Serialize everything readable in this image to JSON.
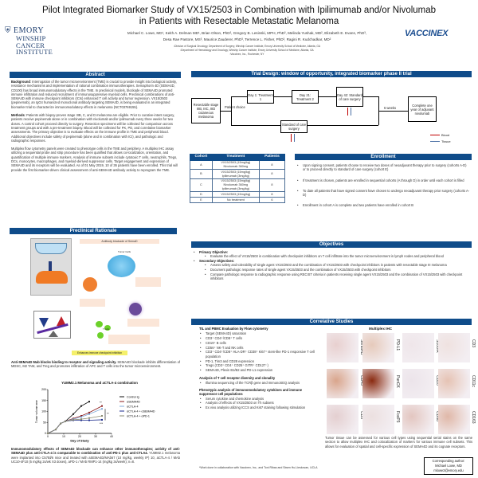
{
  "header": {
    "title_line1": "Pilot Integrated Biomarker Study of VX15/2503 in Combination with Ipilimumab and/or Nivolumab",
    "title_line2": "in Patients with Resectable Metastatic Melanoma",
    "authors_line1": "Michael C. Lowe, MD¹, Keith A. Delman MD¹, Brian Olson, PhD², Gregory B. Lesinski, MPH, PhD², Melinda Yushak, MD², Elizabeth E. Evans, PhD³,",
    "authors_line2": "Desa Rae Pastore, MS³, Maurice Zauderer, PhD³, Terrence L. Fisher, PhD³, Ragini R. Kudchadkar, MD²",
    "affiliations": [
      "¹Division of Surgical Oncology, Department of Surgery, Winship Cancer Institute, Emory University School of Medicine, Atlanta, GA",
      "²Department of Hematology and Oncology, Winship Cancer Institute, Emory University School of Medicine, Atlanta, GA",
      "³Vaccinex, Inc., Rochester, NY"
    ],
    "logo_left": [
      "EMORY",
      "WINSHIP",
      "CANCER",
      "INSTITUTE"
    ],
    "logo_right": "VACCINEX"
  },
  "abstract": {
    "heading": "Abstract",
    "background_label": "Background",
    "background": ": Interrogation of the tumor microenvironment (TME) is crucial to provide insight into biological activity, resistance mechanisms and implementation of rational combination immunotherapies. Semaphorin 4D (SEMA4D, CD100) has broad immunomodulatory effects in the TME. In preclinical models, blockade of SEMA4D promoted immune infiltration and reduced recruitment of immunosuppressive myeloid cells. Preclinical combinations of anti-SEMA4D with immune checkpoint inhibitors (ICIs) enhanced T cell activity and tumor regression. VX15/2503 (pepinemab), an IgG4 humanized monoclonal antibody targeting SEMA4D, is being evaluated in an integrated biomarker trial to characterize immunomodulatory effects in melanoma (NCT03769155).",
    "methods_label": "Methods",
    "methods": ": Patients with biopsy-proven stage IIIB, C, and D melanoma are eligible. Prior to curative-intent surgery, patients receive pepinemab alone or in combination with nivolumab and/or ipilimumab every three weeks for two doses. A control cohort proceed directly to surgery. Resection specimens will be collected for comparison across treatment groups and with a pre-treatment biopsy. Blood will be collected for PK, PD, and correlative biomarker assessments. The primary objective is to evaluate effects on the immune profile in TME and peripheral blood. Additional objectives include safety of pepinemab (alone and in combination with ICI), and pathologic and radiographic responses.",
    "para3": "Multiplex flow cytometry panels were created to phenotype cells in the TME and periphery. A multiplex IHC assay utilizing a sequential probe and strip procedure has been qualified that allows co-localization, orientation, and quantification of multiple immune markers. Analysis of immune subsets include cytotoxic T cells, neutrophils, Tregs, DCs, monocytes, macrophages, and myeloid-derived suppressor cells. Target engagement and expression of SEMA4D and its receptors will be evaluated. As of 01 May 2019, 10 of 36 patients have been enrolled. This trial will provide the first biomarker-driven clinical assessment of anti-SEMA4D antibody activity to reprogram the TME."
  },
  "preclinical": {
    "heading": "Preclinical Rationale",
    "figure_title": "Antibody blockade of SemaD",
    "tumor_cells": "Tumor Cells",
    "t_cells": "T Cells",
    "enhances": "Enhances immune checkpoint inhibition",
    "caption1_bold": "Anti-SEMA4D Mab blocks binding to receptor and signaling activity.",
    "caption1": " SEMA4D blockade inhibits differentiation of MDSC, M2 TAM, and Treg and promotes infiltration of APC and T cells into the tumor microenvironment.",
    "caption2_bold": "Immunomodulatory effects of SEMA4D blockade can enhance other immunotherapies; activity of anti-SEMA4D plus anti-CTLA-4 is comparable to combination of anti-PD-1 plus anti-CTLA4.",
    "caption2": " YUMM2.1 melanoma were implanted into C57Bl/6 mice and treated with aSEMA4D/MAb67 (10 mg/kg, weekly IP) 10, aCTLA-4 / MAb UC10-4F10 (5 mg/kg 2x/wk X3 doses), aPD-1 / MAb RMP1-14 (mg/kg 3x/week); n=8."
  },
  "chart_data": {
    "type": "line",
    "title": "YUMM2.1 Melanoma and aCTLA-4 combination",
    "xlabel": "Day of Study",
    "ylabel": "Tumor volume mm³",
    "xlim": [
      0,
      40
    ],
    "ylim": [
      0,
      200
    ],
    "xticks": [
      0,
      10,
      20,
      30,
      40
    ],
    "yticks": [
      0,
      50,
      100,
      150,
      200
    ],
    "legend_position": "right",
    "annotations": [
      "**",
      "**",
      "***"
    ],
    "series": [
      {
        "name": "Control Ig",
        "color": "#111111",
        "x": [
          0,
          5,
          8,
          11,
          16,
          21,
          26
        ],
        "y": [
          0,
          18,
          45,
          55,
          88,
          125,
          145
        ]
      },
      {
        "name": "αSEMA4D",
        "color": "#8b1a1a",
        "x": [
          0,
          5,
          8,
          11,
          16,
          21,
          26,
          34
        ],
        "y": [
          0,
          18,
          45,
          55,
          68,
          80,
          95,
          125
        ]
      },
      {
        "name": "αCTLA-4",
        "color": "#7fa8d8",
        "x": [
          0,
          5,
          8,
          11,
          16,
          21,
          26,
          34
        ],
        "y": [
          0,
          18,
          45,
          55,
          65,
          75,
          88,
          112
        ]
      },
      {
        "name": "αCTLA-4 + αSEMA4D",
        "color": "#1a2a8c",
        "x": [
          0,
          5,
          8,
          11,
          16,
          21,
          26,
          34
        ],
        "y": [
          0,
          18,
          45,
          55,
          60,
          60,
          60,
          62
        ]
      },
      {
        "name": "αCTLA-4 + αPD-1",
        "color": "#8a8a70",
        "x": [
          0,
          5,
          8,
          11,
          16,
          21,
          26,
          34
        ],
        "y": [
          0,
          18,
          45,
          55,
          62,
          65,
          70,
          80
        ]
      }
    ]
  },
  "trial": {
    "heading": "Trial Design: window of opportunity, integrated biomarker phase II trial",
    "start": "Resectable stage IIIB, IIIC, IIID cutaneous melanoma",
    "choice": "Patient choice",
    "day1": "Day 1: Treatment 1",
    "day21": "Day 21: Treatment 2",
    "day42": "Day 42: Standard of care surgery",
    "soc": "Standard of care surgery",
    "weeks": "6 weeks",
    "end": "Complete one year of adjuvant nivolumab",
    "legend_blood": "Blood",
    "legend_tissue": "Tissue",
    "blood_color": "#c00000",
    "tissue_color": "#4a6fa5"
  },
  "cohorts": {
    "headers": [
      "Cohort",
      "Treatment",
      "Patients"
    ],
    "rows": [
      [
        "A",
        "VX15/2503 (15mg/kg)\nNivolumab 360mg",
        "8"
      ],
      [
        "B",
        "VX15/2503 (15mg/kg)\nIpilimumab (3mg/kg)",
        "8"
      ],
      [
        "C",
        "VX15/2503 (15mg/kg)\nNivolumab 360mg\nIpilimumab (3mg/kg)",
        "8"
      ],
      [
        "D",
        "VX15/2503 (15mg/kg)",
        "8"
      ],
      [
        "E",
        "No treatment",
        "6"
      ]
    ]
  },
  "enrollment": {
    "heading": "Enrollment",
    "items": [
      "Upon signing consent, patients choose to receive two doses of neoadjuvant therapy prior to surgery (cohorts A-D) or to proceed directly to standard of care surgery (cohort E)",
      "If treatment is chosen, patients are enrolled in sequential cohorts (A through D) in order until each cohort is filled",
      "To date all patients that have signed consent have chosen to undergo neoadjuvant therapy prior surgery (cohorts A-D)",
      "Enrollment in cohort A is complete and two patients have enrolled in cohort B"
    ]
  },
  "objectives": {
    "heading": "Objectives",
    "primary_label": "Primary Objective:",
    "primary": [
      "Evaluate the effect of VX15/2503 in combination with checkpoint inhibitors on T cell infiltrate into the tumor microenvironment in lymph nodes and peripheral blood"
    ],
    "secondary_label": "Secondary Objectives:",
    "secondary": [
      "Assess safety and tolerability of single agent VX15/2503 and the combination of VX15/2503 with checkpoint inhibitors in patients with resectable stage III melanoma",
      "Document pathologic response rates of single agent VX15/2503 and the combination of VX15/2503 with checkpoint inhibitors",
      "Compare pathologic response to radiographic response using RECIST criteria in patients receiving single agent VX15/2503 and the combination of VX15/2503 with checkpoint inhibitors"
    ]
  },
  "correlative": {
    "heading": "Correlative Studies",
    "flow_title": "TIL and PBMC Evaluation by Flow cytometry",
    "flow_items": [
      "Target (SEMA4D) saturation",
      "CD3⁺ CD4⁺/CD8⁺ T cells",
      "CD19⁺ B cells",
      "CD56⁺ NK-T and NK cells",
      "CD3⁺ CD4⁺/CD8⁺ HLA-DR⁺ CD38⁺ Ki67⁺ stem-like PD-1 responsive T cell population",
      "PD-1, Tim3 and CD28 expression",
      "Tregs (CD3⁺ CD4⁺ CD25⁺ GITR⁺ CD127⁻)",
      "SEMA4D, Plexin B1/B2 and PD-L1 expression"
    ],
    "tcr_title": "Analysis of T cell receptor diversity and clonality",
    "tcr_items": [
      "Illumina sequencing of the TCRβ gene and ImmunoSEQ analysis"
    ],
    "pheno_title": "Phenotypic analysis of immunomodulatory cytokines and immune suppressor cell populations",
    "pheno_items": [
      "Serum cytokine and chemokine analysis",
      "Analysis of effects of VX15/2503 on Th subsets",
      "Ex vivo analysis utilizing ICCS and Ki67 staining following stimulation"
    ],
    "ihc_title": "Multiplex IHC",
    "ihc_labels": [
      [
        "Sema4D",
        "PD-L1",
        "S100/A",
        "CD3"
      ],
      [
        "CD45",
        "PanCK",
        "CD20",
        "CD11c"
      ],
      [
        "CD8",
        "FoxP3",
        "CD68",
        "CD163"
      ]
    ],
    "ihc_caption": "Tumor tissue can be assessed for various cell types using sequential serial stains on the same section to allow multiplex IHC and colocalization of markers for various immune cell subsets. This allows for evaluation of spatial and cell-specific expression of SEMA4D and its cognate receptors.",
    "footnote": "*Work done in collaboration with Vaccinex, Inc., and Toni Ribas and Siwen Hu-Lieskovan, UCLA",
    "contact": [
      "Corresponding author:",
      "Michael Lowe, MD",
      "mlowe3@emory.edu"
    ]
  }
}
